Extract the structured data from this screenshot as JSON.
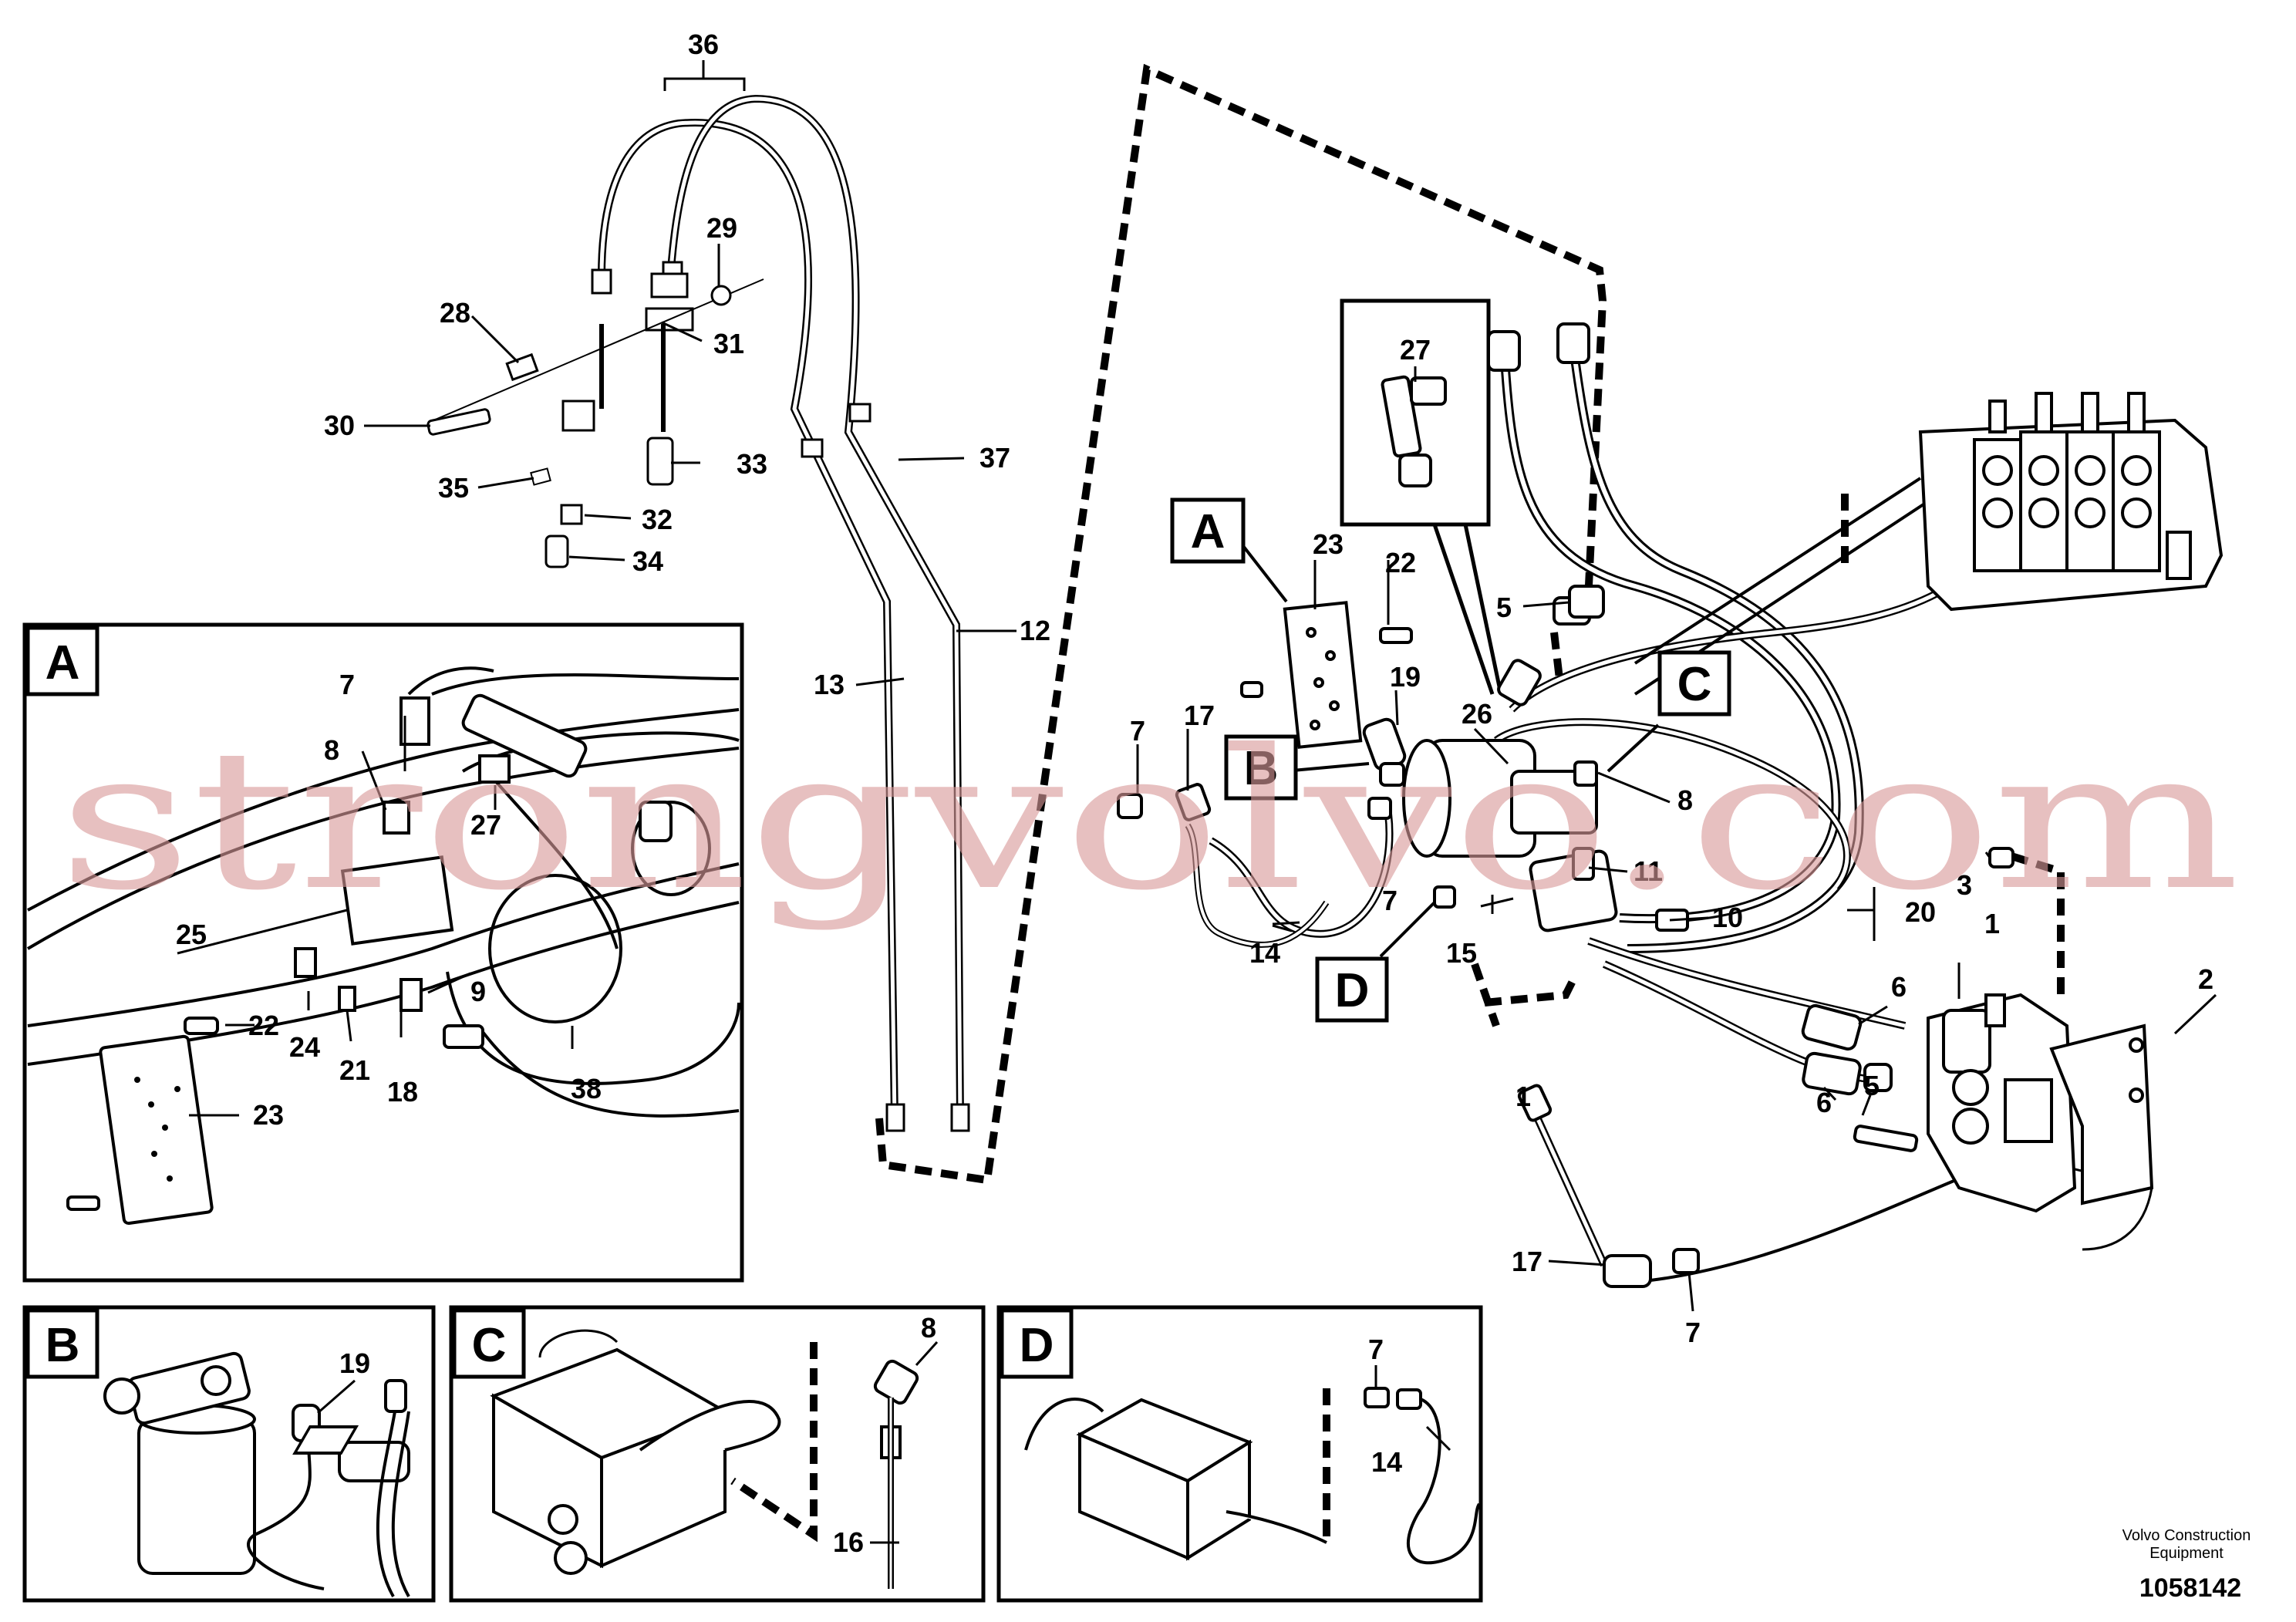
{
  "callouts": {
    "A": "A",
    "B": "B",
    "C": "C",
    "D": "D"
  },
  "parts": {
    "n1": "1",
    "n2": "2",
    "n3": "3",
    "n5": "5",
    "n6": "6",
    "n7": "7",
    "n8": "8",
    "n9": "9",
    "n10": "10",
    "n11": "11",
    "n12": "12",
    "n13": "13",
    "n14": "14",
    "n15": "15",
    "n16": "16",
    "n17": "17",
    "n18": "18",
    "n19": "19",
    "n20": "20",
    "n21": "21",
    "n22": "22",
    "n23": "23",
    "n24": "24",
    "n25": "25",
    "n26": "26",
    "n27": "27",
    "n28": "28",
    "n29": "29",
    "n30": "30",
    "n31": "31",
    "n32": "32",
    "n33": "33",
    "n34": "34",
    "n35": "35",
    "n36": "36",
    "n37": "37",
    "n38": "38"
  },
  "watermark": "strongvolvo.com",
  "footer": {
    "manufacturer_line1": "Volvo Construction",
    "manufacturer_line2": "Equipment",
    "drawing_number": "1058142"
  }
}
